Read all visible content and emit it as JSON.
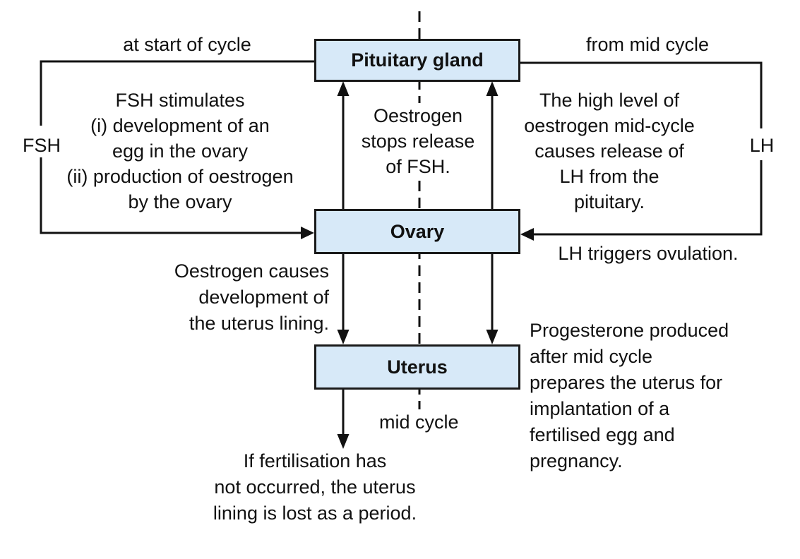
{
  "colors": {
    "background": "#ffffff",
    "box_fill": "#d7e9f8",
    "box_border": "#1a1a1a",
    "line": "#111111",
    "text": "#111111"
  },
  "boxes": {
    "pituitary": "Pituitary gland",
    "ovary": "Ovary",
    "uterus": "Uterus"
  },
  "labels": {
    "at_start_of_cycle": "at start of cycle",
    "from_mid_cycle": "from mid cycle",
    "fsh": "FSH",
    "lh": "LH",
    "mid_cycle": "mid cycle"
  },
  "annotations": {
    "fsh_stimulates": "FSH stimulates\n(i) development of an\negg in the ovary\n(ii) production of oestrogen\nby the ovary",
    "oestrogen_stops_fsh": "Oestrogen\nstops release\nof FSH.",
    "high_oestrogen_lh": "The high level of\noestrogen mid-cycle\ncauses release of\nLH from the\npituitary.",
    "lh_triggers_ovulation": "LH triggers ovulation.",
    "oestrogen_uterus_lining": "Oestrogen causes\ndevelopment of\nthe uterus lining.",
    "progesterone": "Progesterone produced\nafter mid cycle\nprepares the uterus for\nimplantation of a\nfertilised egg and\npregnancy.",
    "if_fertilisation": "If fertilisation has\nnot occurred, the uterus\nlining is lost as a period."
  }
}
